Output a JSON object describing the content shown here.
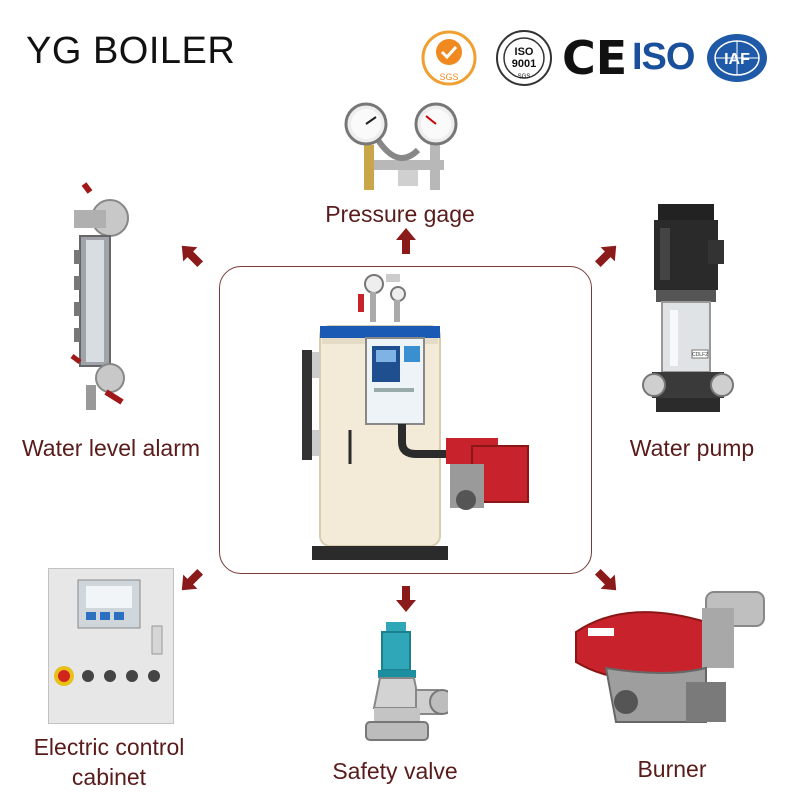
{
  "brand": "YG BOILER",
  "certifications": {
    "sgs": "SGS",
    "iso9001_top": "ISO",
    "iso9001_bottom": "9001",
    "iso9001_sub": "SGS",
    "ce": "CE",
    "iso": "ISO",
    "iaf": "IAF"
  },
  "components": {
    "pressure_gage": "Pressure gage",
    "water_level_alarm": "Water level alarm",
    "water_pump": "Water pump",
    "electric_control_cabinet_line1": "Electric control",
    "electric_control_cabinet_line2": "cabinet",
    "safety_valve": "Safety valve",
    "burner": "Burner"
  },
  "pump_badge": "CDLF2",
  "colors": {
    "label": "#5a1b1b",
    "arrow": "#8b1a1a",
    "frame": "#7a3a3a",
    "burner_red": "#c8232c",
    "valve_teal": "#2fa7b8"
  }
}
